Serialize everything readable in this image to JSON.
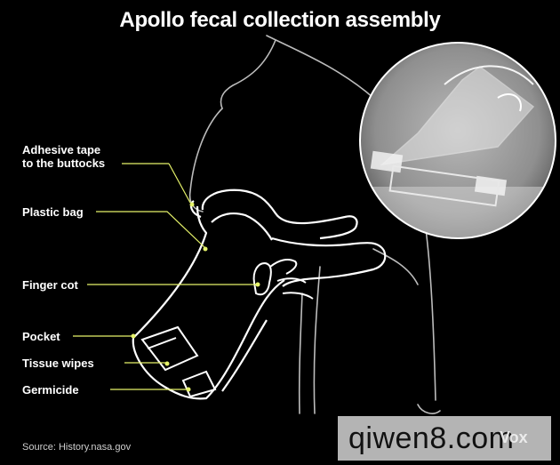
{
  "title": "Apollo fecal collection assembly",
  "labels": {
    "adhesive_line1": "Adhesive tape",
    "adhesive_line2": "to the buttocks",
    "plastic_bag": "Plastic bag",
    "finger_cot": "Finger cot",
    "pocket": "Pocket",
    "tissue_wipes": "Tissue wipes",
    "germicide": "Germicide"
  },
  "source": "Source: History.nasa.gov",
  "watermark": "qiwen8.com",
  "logo": "Vox",
  "colors": {
    "background": "#000000",
    "outline": "#ffffff",
    "body_outline": "#bfbfbf",
    "leader_lines": "#e6f36a"
  }
}
